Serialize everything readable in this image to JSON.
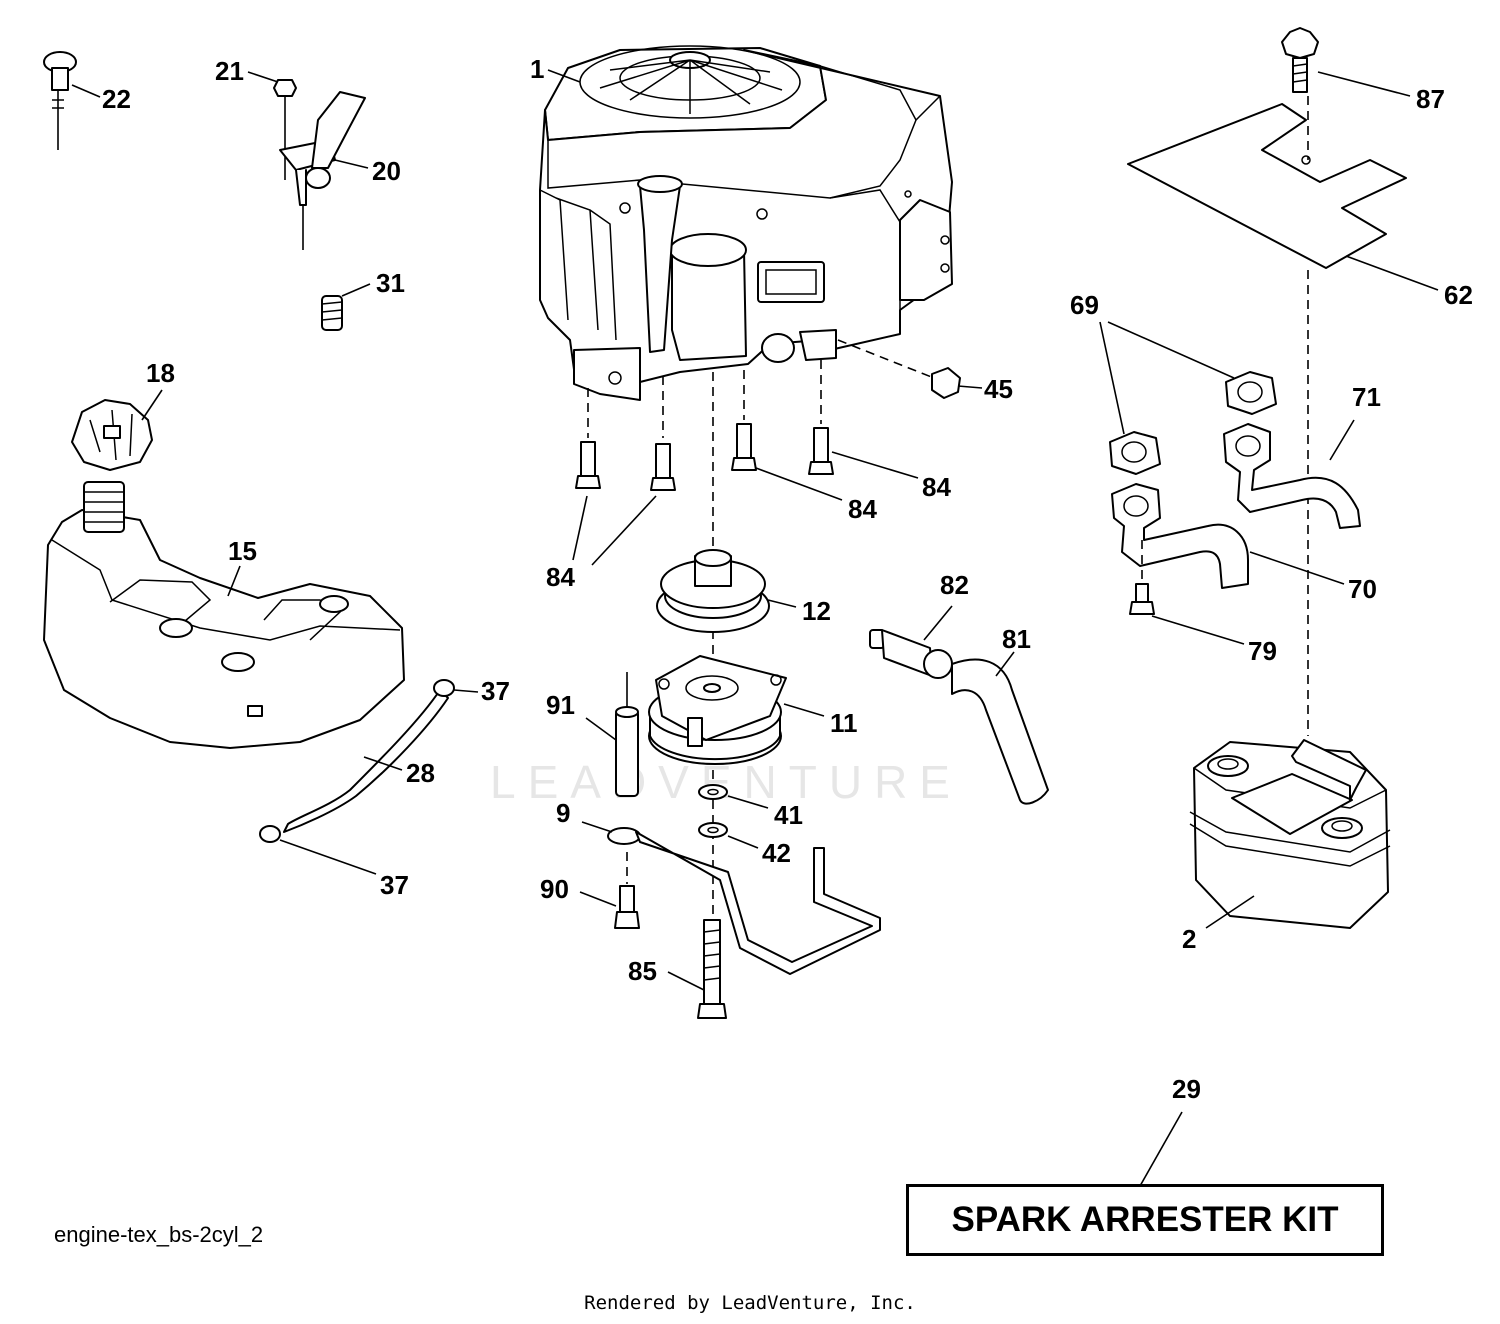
{
  "watermark": "LEADVENTURE",
  "diagram_code": "engine-tex_bs-2cyl_2",
  "rendered_by": "Rendered by LeadVenture, Inc.",
  "kit_label": "SPARK ARRESTER KIT",
  "callouts": {
    "c1": "1",
    "c22": "22",
    "c21": "21",
    "c20": "20",
    "c31": "31",
    "c18": "18",
    "c15": "15",
    "c37a": "37",
    "c28": "28",
    "c37b": "37",
    "c45": "45",
    "c84a": "84",
    "c84b": "84",
    "c84c": "84",
    "c12": "12",
    "c11": "11",
    "c91": "91",
    "c41": "41",
    "c9": "9",
    "c42": "42",
    "c90": "90",
    "c85": "85",
    "c82": "82",
    "c81": "81",
    "c87": "87",
    "c62": "62",
    "c69": "69",
    "c71": "71",
    "c70": "70",
    "c79": "79",
    "c2": "2",
    "c29": "29"
  }
}
